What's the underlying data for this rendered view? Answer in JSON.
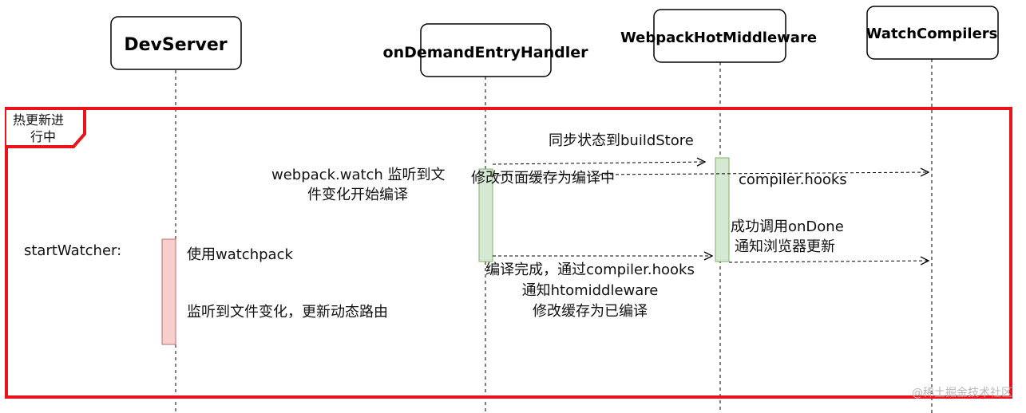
{
  "actors": {
    "dev_server": "DevServer",
    "on_demand_entry_handler": "onDemandEntryHandler",
    "webpack_hot_middleware": "WebpackHotMiddleware",
    "watch_compilers": "WatchCompilers"
  },
  "frame": {
    "label_line1": "热更新进",
    "label_line2": "行中"
  },
  "notes": {
    "start_watcher": "startWatcher:",
    "use_watchpack": "使用watchpack",
    "update_routes": "监听到文件变化，更新动态路由"
  },
  "messages": {
    "webpack_watch_line1": "webpack.watch 监听到文",
    "webpack_watch_line2": "件变化开始编译",
    "page_cache_compiling": "修改页面缓存为编译中",
    "sync_build_store": "同步状态到buildStore",
    "compiler_hooks": "compiler.hooks",
    "on_done_line1": "成功调用onDone",
    "on_done_line2": "通知浏览器更新",
    "compile_done_line1": "编译完成，通过compiler.hooks",
    "compile_done_line2": "通知htomiddleware",
    "compile_done_line3": "修改缓存为已编译"
  },
  "watermark": "@稀土掘金技术社区",
  "colors": {
    "frame_border": "#e8131b",
    "activation_red_fill": "#f8cecc",
    "activation_red_stroke": "#c46b6b",
    "activation_green_fill": "#d5e8d4",
    "activation_green_stroke": "#82b366",
    "line": "#000000"
  }
}
